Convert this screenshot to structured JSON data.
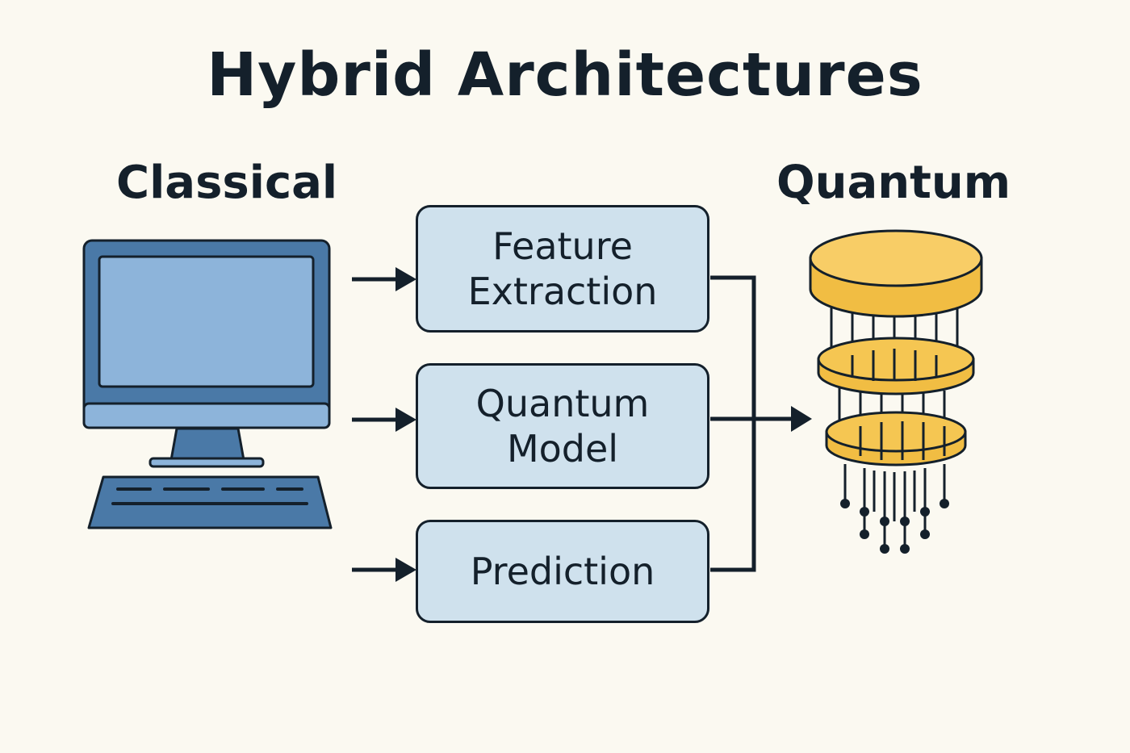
{
  "title": "Hybrid Architectures",
  "labels": {
    "classical": "Classical",
    "quantum": "Quantum"
  },
  "steps": [
    {
      "text": "Feature\nExtraction"
    },
    {
      "text": "Quantum\nModel"
    },
    {
      "text": "Prediction"
    }
  ],
  "icons": {
    "classical": "desktop-computer-icon",
    "quantum": "quantum-computer-icon"
  },
  "colors": {
    "background": "#fbf9f1",
    "box_fill": "#cfe1ed",
    "outline": "#14202b",
    "computer_blue": "#4a79a7",
    "screen_blue": "#8db4da",
    "quantum_gold": "#f1bd43"
  }
}
